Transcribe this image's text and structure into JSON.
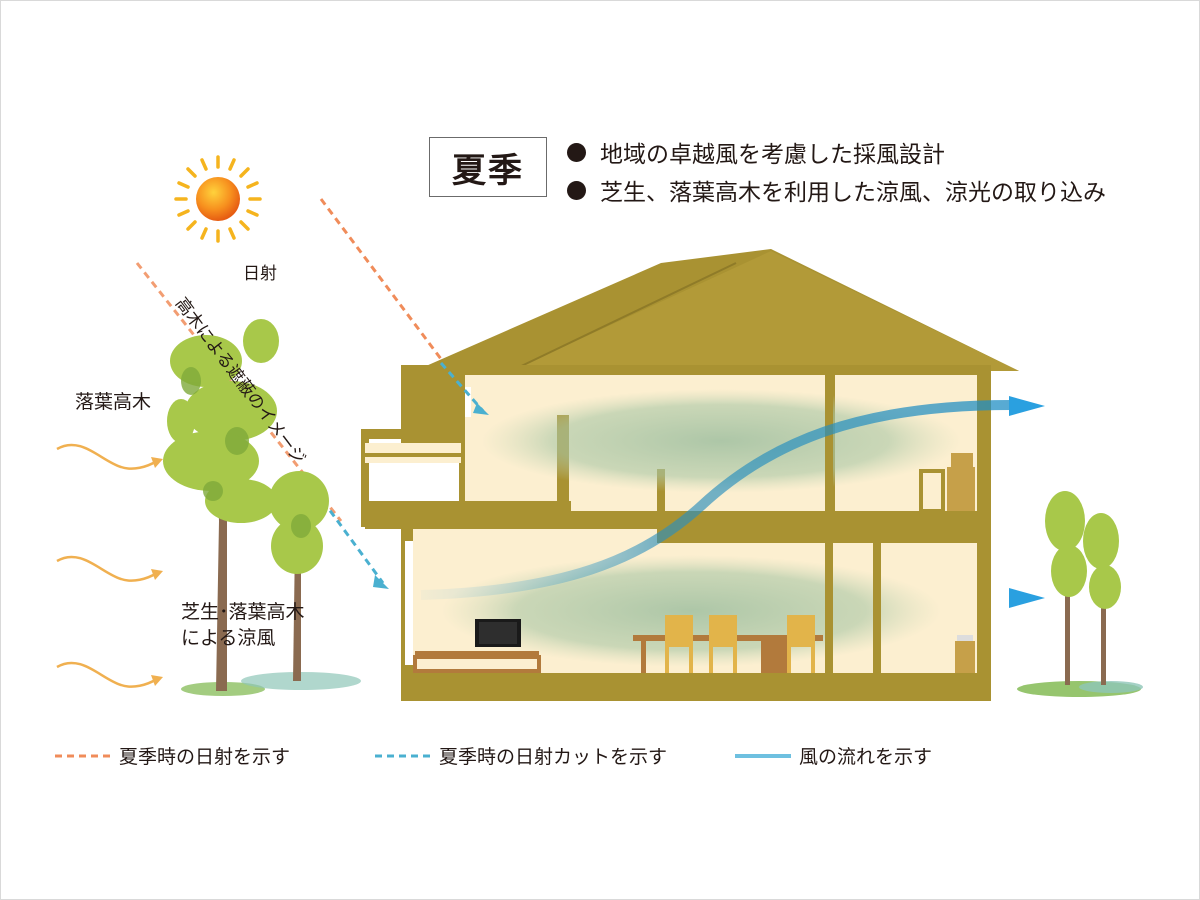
{
  "header": {
    "season": "夏季",
    "points": [
      "地域の卓越風を考慮した採風設計",
      "芝生、落葉高木を利用した涼風、涼光の取り込み"
    ]
  },
  "labels": {
    "sun": "日射",
    "deciduous_tree": "落葉高木",
    "tree_shading": "高木による遮蔽のイメージ",
    "breeze_line1": "芝生･落葉高木",
    "breeze_line2": "による涼風"
  },
  "legend": [
    {
      "label": "夏季時の日射を示す"
    },
    {
      "label": "夏季時の日射カットを示す"
    },
    {
      "label": "風の流れを示す"
    }
  ],
  "colors": {
    "house": "#a99232",
    "interior": "#fcefd0",
    "sun_ray": "#f08c5a",
    "sun_cut": "#4ab0d0",
    "wind": "#1f90c0",
    "wind_arrow": "#2aa0e0",
    "breeze": "#f0b050",
    "leaf": "#a8c84a",
    "trunk": "#8a6a50",
    "ground": "#7cb64a"
  }
}
